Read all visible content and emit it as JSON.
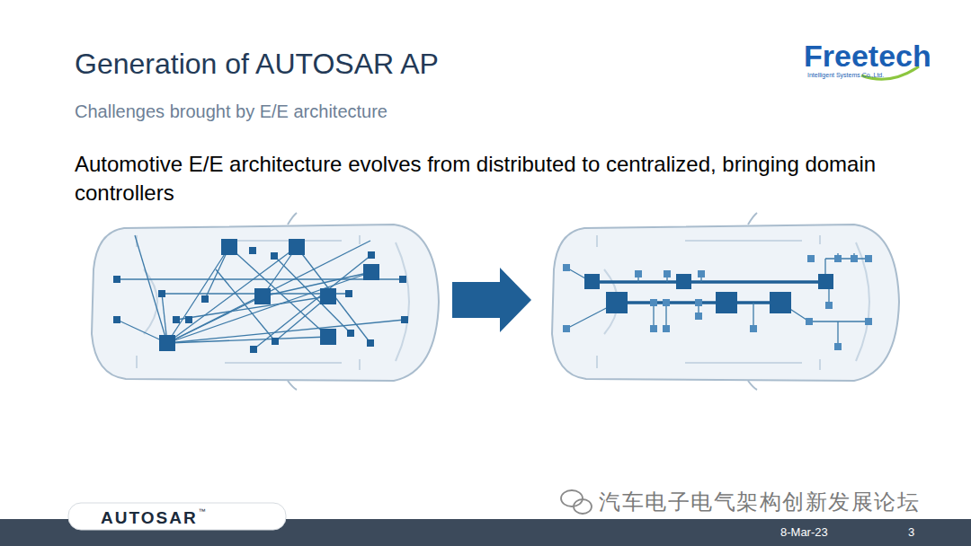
{
  "diagram": {
    "title": "Generation of AUTOSAR AP",
    "labels": [
      "Challenges brought by E/E architecture",
      "Automotive E/E architecture evolves from distributed to centralized, bringing domain controllers",
      "Freetech",
      "Intelligent Systems Co.,Ltd.",
      "AUTOSAR",
      "™",
      "汽车电子电气架构创新发展论坛",
      "8-Mar-23",
      "3"
    ]
  }
}
